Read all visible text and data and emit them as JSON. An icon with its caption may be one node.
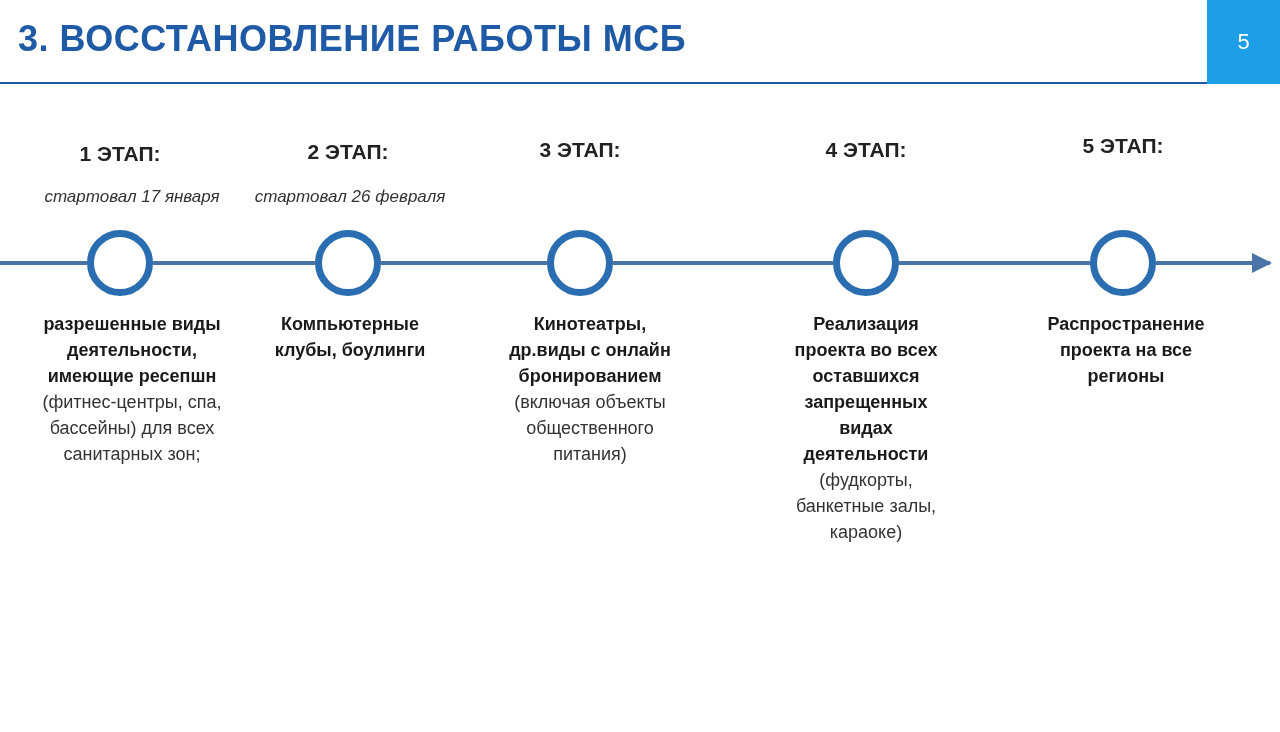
{
  "diagram": {
    "title": "3. ВОССТАНОВЛЕНИЕ РАБОТЫ МСБ",
    "nodes": [
      {
        "text": [],
        "shape": "circle",
        "beside": [
          "1 ЭТАП:",
          "стартовал 17 января",
          "**разрешенные виды деятельности, имеющие ресепшн** (фитнес-центры, спа, бассейны) для всех санитарных зон;"
        ]
      },
      {
        "text": [],
        "shape": "circle",
        "beside": [
          "2 ЭТАП:",
          "стартовал 26 февраля",
          "**Компьютерные клубы, боулинги**"
        ]
      },
      {
        "text": [],
        "shape": "circle",
        "beside": [
          "3 ЭТАП:",
          "**Кинотеатры, др.виды с онлайн бронированием** (включая объекты общественного питания)"
        ]
      },
      {
        "text": [],
        "shape": "circle",
        "beside": [
          "4 ЭТАП:",
          "**Реализация проекта во всех оставшихся запрещенных видах деятельности** (фудкорты, банкетные залы, караоке)"
        ]
      },
      {
        "text": [],
        "shape": "circle",
        "beside": [
          "5 ЭТАП:",
          "**Распространение проекта на все регионы**"
        ]
      }
    ],
    "edges": [
      {
        "from": null,
        "to": 0,
        "arrow": "none"
      },
      {
        "from": 0,
        "to": 1,
        "arrow": "none"
      },
      {
        "from": 1,
        "to": 2,
        "arrow": "none"
      },
      {
        "from": 2,
        "to": 3,
        "arrow": "none"
      },
      {
        "from": 3,
        "to": 4,
        "arrow": "none"
      },
      {
        "from": 4,
        "to": null,
        "arrow": "to"
      }
    ],
    "labels": [
      "5"
    ]
  }
}
